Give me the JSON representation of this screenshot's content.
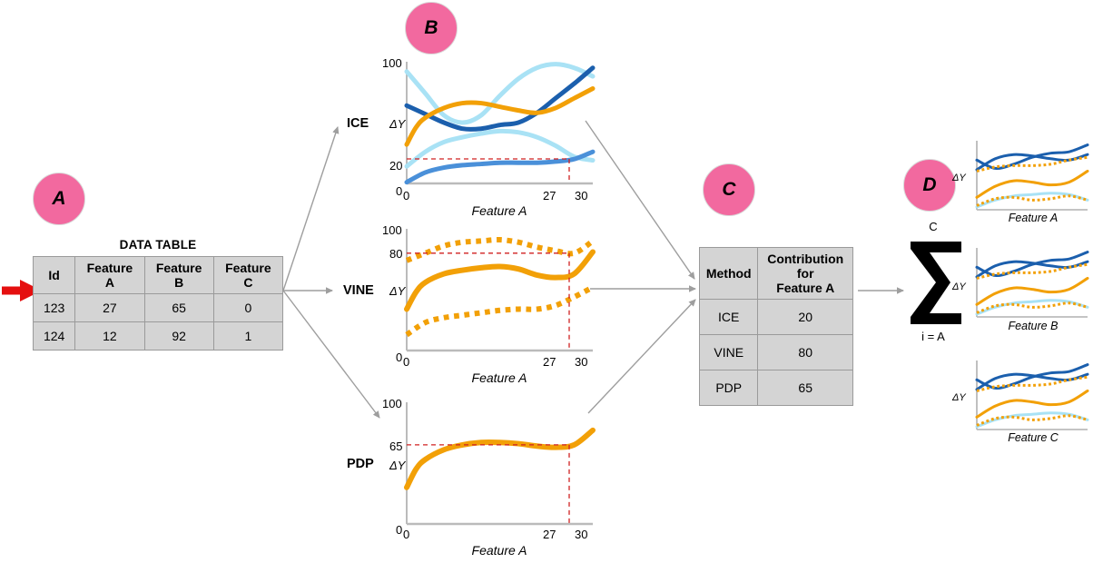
{
  "badges": [
    {
      "id": "A",
      "label": "A"
    },
    {
      "id": "B",
      "label": "B"
    },
    {
      "id": "C",
      "label": "C"
    },
    {
      "id": "D",
      "label": "D"
    }
  ],
  "data_table": {
    "title": "DATA TABLE",
    "headers": [
      "Id",
      "Feature A",
      "Feature B",
      "Feature C"
    ],
    "rows": [
      [
        "123",
        "27",
        "65",
        "0"
      ],
      [
        "124",
        "12",
        "92",
        "1"
      ]
    ],
    "highlight_arrow_row": 0,
    "arrow_color": "#E50F0F"
  },
  "methods": {
    "ice": "ICE",
    "vine": "VINE",
    "pdp": "PDP"
  },
  "axis": {
    "dy": "ΔY",
    "xlabel_a": "Feature A",
    "xlabel_b": "Feature B",
    "xlabel_c": "Feature C"
  },
  "contribution_table": {
    "headers": [
      "Method",
      "Contribution for Feature A"
    ],
    "header_method": "Method",
    "header_contrib_l1": "Contribution for",
    "header_contrib_l2": "Feature A",
    "rows": [
      {
        "method": "ICE",
        "value": "20"
      },
      {
        "method": "VINE",
        "value": "80"
      },
      {
        "method": "PDP",
        "value": "65"
      }
    ]
  },
  "summation": {
    "symbol": "Σ",
    "upper": "C",
    "lower": "i = A"
  },
  "colors": {
    "pink": "#F2699F",
    "orange": "#F2A007",
    "navy": "#1B5FAD",
    "light_blue": "#4A90D9",
    "cyan": "#A9E2F5",
    "red": "#E50F0F",
    "gray_arrow": "#9E9E9E",
    "table_fill": "#D4D4D4"
  },
  "chart_data": [
    {
      "id": "ice",
      "type": "line",
      "title": "ICE",
      "xlabel": "Feature A",
      "ylabel": "ΔY",
      "xlim": [
        0,
        30
      ],
      "ylim": [
        0,
        100
      ],
      "xticks": [
        "0",
        "27",
        "30"
      ],
      "yticks": [
        "0",
        "20",
        "100"
      ],
      "grid": false,
      "legend": "none",
      "marker_x": 27,
      "marker_y": 20,
      "series": [
        {
          "name": "ice-curve-cyan-upper",
          "color": "#A9E2F5",
          "style": "solid",
          "x": [
            0,
            3,
            6,
            9,
            12,
            15,
            18,
            21,
            24,
            27,
            30
          ],
          "y": [
            92,
            74,
            56,
            50,
            56,
            72,
            86,
            95,
            98,
            95,
            88
          ]
        },
        {
          "name": "ice-curve-navy",
          "color": "#1B5FAD",
          "style": "solid",
          "x": [
            0,
            3,
            6,
            9,
            12,
            15,
            18,
            21,
            24,
            27,
            30
          ],
          "y": [
            64,
            57,
            50,
            45,
            45,
            48,
            50,
            58,
            70,
            82,
            95
          ]
        },
        {
          "name": "ice-curve-orange",
          "color": "#F2A007",
          "style": "solid",
          "x": [
            0,
            1.5,
            3,
            6,
            9,
            12,
            15,
            18,
            21,
            24,
            27,
            30
          ],
          "y": [
            32,
            46,
            54,
            62,
            66,
            66,
            63,
            60,
            58,
            62,
            70,
            78
          ]
        },
        {
          "name": "ice-curve-cyan-lower",
          "color": "#A9E2F5",
          "style": "solid",
          "x": [
            0,
            3,
            6,
            9,
            12,
            15,
            18,
            21,
            24,
            27,
            30
          ],
          "y": [
            14,
            26,
            34,
            38,
            41,
            43,
            42,
            38,
            31,
            22,
            19
          ]
        },
        {
          "name": "ice-curve-blue",
          "color": "#4A90D9",
          "style": "solid",
          "x": [
            0,
            3,
            6,
            9,
            12,
            15,
            18,
            21,
            24,
            27,
            30
          ],
          "y": [
            1,
            9,
            13,
            15,
            16,
            17,
            17,
            17,
            18,
            20,
            26
          ]
        }
      ]
    },
    {
      "id": "vine",
      "type": "line",
      "title": "VINE",
      "xlabel": "Feature A",
      "ylabel": "ΔY",
      "xlim": [
        0,
        30
      ],
      "ylim": [
        0,
        100
      ],
      "xticks": [
        "0",
        "27",
        "30"
      ],
      "yticks": [
        "0",
        "80",
        "100"
      ],
      "grid": false,
      "legend": "none",
      "marker_x": 27,
      "marker_y": 80,
      "series": [
        {
          "name": "vine-upper-band",
          "color": "#F2A007",
          "style": "dotted",
          "x": [
            0,
            3,
            6,
            9,
            12,
            15,
            18,
            21,
            24,
            27,
            30
          ],
          "y": [
            74,
            80,
            86,
            89,
            90,
            91,
            89,
            85,
            82,
            80,
            90
          ]
        },
        {
          "name": "vine-mean",
          "color": "#F2A007",
          "style": "solid",
          "x": [
            0,
            1.5,
            3,
            6,
            9,
            12,
            15,
            18,
            21,
            24,
            27,
            30
          ],
          "y": [
            34,
            48,
            56,
            63,
            66,
            68,
            69,
            67,
            62,
            60,
            63,
            81
          ]
        },
        {
          "name": "vine-lower-band",
          "color": "#F2A007",
          "style": "dotted",
          "x": [
            0,
            3,
            6,
            9,
            12,
            15,
            18,
            21,
            24,
            27,
            30
          ],
          "y": [
            13,
            23,
            27,
            29,
            31,
            33,
            34,
            34,
            37,
            44,
            52
          ]
        }
      ]
    },
    {
      "id": "pdp",
      "type": "line",
      "title": "PDP",
      "xlabel": "Feature A",
      "ylabel": "ΔY",
      "xlim": [
        0,
        30
      ],
      "ylim": [
        0,
        100
      ],
      "xticks": [
        "0",
        "27",
        "30"
      ],
      "yticks": [
        "0",
        "65"
      ],
      "grid": false,
      "legend": "none",
      "marker_x": 27,
      "marker_y": 65,
      "series": [
        {
          "name": "pdp-mean",
          "color": "#F2A007",
          "style": "solid",
          "x": [
            0,
            1.5,
            3,
            6,
            9,
            12,
            15,
            18,
            21,
            24,
            27,
            30
          ],
          "y": [
            30,
            45,
            53,
            61,
            65,
            67,
            67,
            66,
            64,
            63,
            65,
            77
          ]
        }
      ]
    },
    {
      "id": "mini-a",
      "type": "line",
      "title": "",
      "xlabel": "Feature A",
      "ylabel": "ΔY",
      "xlim": [
        0,
        30
      ],
      "ylim": [
        0,
        100
      ],
      "grid": false,
      "legend": "none",
      "series": [
        {
          "name": "mini-navy-1",
          "color": "#1B5FAD",
          "style": "solid",
          "x": [
            0,
            5,
            10,
            15,
            20,
            25,
            30
          ],
          "y": [
            72,
            60,
            66,
            76,
            82,
            84,
            94
          ]
        },
        {
          "name": "mini-navy-2",
          "color": "#1B5FAD",
          "style": "solid",
          "x": [
            0,
            5,
            10,
            15,
            20,
            25,
            30
          ],
          "y": [
            58,
            74,
            80,
            78,
            74,
            72,
            80
          ]
        },
        {
          "name": "mini-orange-dotted",
          "color": "#F2A007",
          "style": "dotted",
          "x": [
            0,
            5,
            10,
            15,
            20,
            25,
            30
          ],
          "y": [
            56,
            62,
            64,
            64,
            66,
            72,
            76
          ]
        },
        {
          "name": "mini-orange-solid",
          "color": "#F2A007",
          "style": "solid",
          "x": [
            0,
            5,
            10,
            15,
            20,
            25,
            30
          ],
          "y": [
            18,
            34,
            42,
            40,
            36,
            40,
            56
          ]
        },
        {
          "name": "mini-cyan",
          "color": "#A9E2F5",
          "style": "solid",
          "x": [
            0,
            5,
            10,
            15,
            20,
            25,
            30
          ],
          "y": [
            4,
            14,
            20,
            22,
            24,
            22,
            14
          ]
        },
        {
          "name": "mini-orange-dotted-2",
          "color": "#F2A007",
          "style": "dotted",
          "x": [
            0,
            5,
            10,
            15,
            20,
            25,
            30
          ],
          "y": [
            6,
            16,
            18,
            14,
            16,
            20,
            14
          ]
        }
      ]
    },
    {
      "id": "mini-b",
      "type": "line",
      "title": "",
      "xlabel": "Feature B",
      "ylabel": "ΔY",
      "xlim": [
        0,
        30
      ],
      "ylim": [
        0,
        100
      ],
      "grid": false,
      "legend": "none",
      "series": [
        {
          "name": "mini-navy-1",
          "color": "#1B5FAD",
          "style": "solid",
          "x": [
            0,
            5,
            10,
            15,
            20,
            25,
            30
          ],
          "y": [
            72,
            60,
            66,
            76,
            82,
            84,
            94
          ]
        },
        {
          "name": "mini-navy-2",
          "color": "#1B5FAD",
          "style": "solid",
          "x": [
            0,
            5,
            10,
            15,
            20,
            25,
            30
          ],
          "y": [
            58,
            74,
            80,
            78,
            74,
            72,
            80
          ]
        },
        {
          "name": "mini-orange-dotted",
          "color": "#F2A007",
          "style": "dotted",
          "x": [
            0,
            5,
            10,
            15,
            20,
            25,
            30
          ],
          "y": [
            56,
            62,
            64,
            64,
            66,
            72,
            76
          ]
        },
        {
          "name": "mini-orange-solid",
          "color": "#F2A007",
          "style": "solid",
          "x": [
            0,
            5,
            10,
            15,
            20,
            25,
            30
          ],
          "y": [
            18,
            34,
            42,
            40,
            36,
            40,
            56
          ]
        },
        {
          "name": "mini-cyan",
          "color": "#A9E2F5",
          "style": "solid",
          "x": [
            0,
            5,
            10,
            15,
            20,
            25,
            30
          ],
          "y": [
            4,
            14,
            20,
            22,
            24,
            22,
            14
          ]
        },
        {
          "name": "mini-orange-dotted-2",
          "color": "#F2A007",
          "style": "dotted",
          "x": [
            0,
            5,
            10,
            15,
            20,
            25,
            30
          ],
          "y": [
            6,
            16,
            18,
            14,
            16,
            20,
            14
          ]
        }
      ]
    },
    {
      "id": "mini-c",
      "type": "line",
      "title": "",
      "xlabel": "Feature C",
      "ylabel": "ΔY",
      "xlim": [
        0,
        30
      ],
      "ylim": [
        0,
        100
      ],
      "grid": false,
      "legend": "none",
      "series": [
        {
          "name": "mini-navy-1",
          "color": "#1B5FAD",
          "style": "solid",
          "x": [
            0,
            5,
            10,
            15,
            20,
            25,
            30
          ],
          "y": [
            72,
            60,
            66,
            76,
            82,
            84,
            94
          ]
        },
        {
          "name": "mini-navy-2",
          "color": "#1B5FAD",
          "style": "solid",
          "x": [
            0,
            5,
            10,
            15,
            20,
            25,
            30
          ],
          "y": [
            58,
            74,
            80,
            78,
            74,
            72,
            80
          ]
        },
        {
          "name": "mini-orange-dotted",
          "color": "#F2A007",
          "style": "dotted",
          "x": [
            0,
            5,
            10,
            15,
            20,
            25,
            30
          ],
          "y": [
            56,
            62,
            64,
            64,
            66,
            72,
            76
          ]
        },
        {
          "name": "mini-orange-solid",
          "color": "#F2A007",
          "style": "solid",
          "x": [
            0,
            5,
            10,
            15,
            20,
            25,
            30
          ],
          "y": [
            18,
            34,
            42,
            40,
            36,
            40,
            56
          ]
        },
        {
          "name": "mini-cyan",
          "color": "#A9E2F5",
          "style": "solid",
          "x": [
            0,
            5,
            10,
            15,
            20,
            25,
            30
          ],
          "y": [
            4,
            14,
            20,
            22,
            24,
            22,
            14
          ]
        },
        {
          "name": "mini-orange-dotted-2",
          "color": "#F2A007",
          "style": "dotted",
          "x": [
            0,
            5,
            10,
            15,
            20,
            25,
            30
          ],
          "y": [
            6,
            16,
            18,
            14,
            16,
            20,
            14
          ]
        }
      ]
    }
  ]
}
